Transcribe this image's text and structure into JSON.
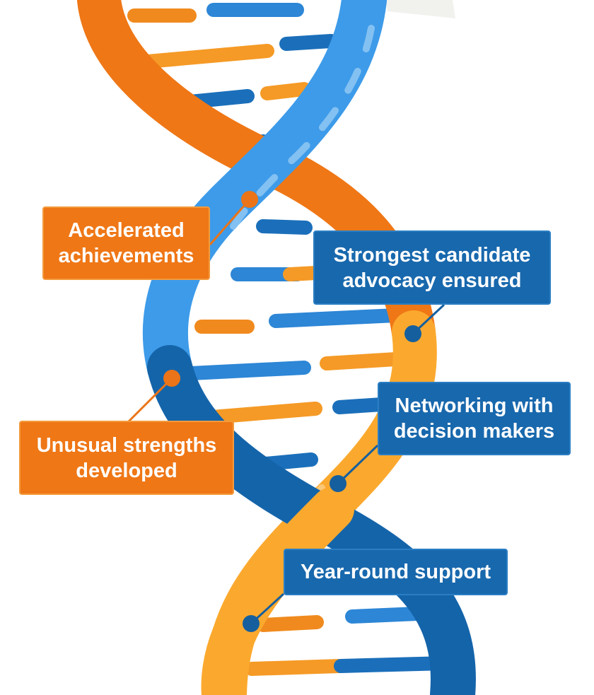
{
  "colors": {
    "orange_dark": "#ef7716",
    "orange_light": "#fba92e",
    "blue_dark": "#1464aa",
    "blue_light": "#3d9be9",
    "connector_orange": "#ea7417",
    "connector_blue": "#155f9e"
  },
  "labels": {
    "accelerated": "Accelerated\nachievements",
    "strongest": "Strongest candidate\nadvocacy ensured",
    "unusual": "Unusual strengths\ndeveloped",
    "networking": "Networking with\ndecision makers",
    "yearround": "Year-round support"
  }
}
